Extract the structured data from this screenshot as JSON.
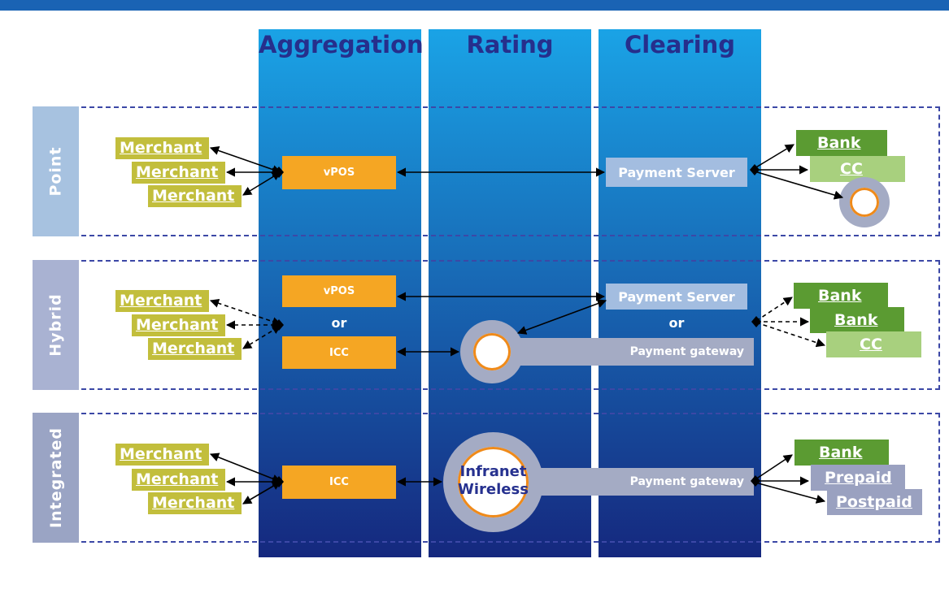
{
  "colors": {
    "top_bar": "#1a63b4",
    "column_top": "#1aa3e6",
    "column_bottom": "#15287e",
    "column_title": "#262f8c",
    "row_border": "#3c48a6",
    "row_label_point": "#a7c2e0",
    "row_label_hybrid": "#a9b2d2",
    "row_label_integrated": "#9aa4c4",
    "merchant": "#c2be3c",
    "orange_box": "#f5a623",
    "light_box": "#a3bde0",
    "gateway": "#a4abc4",
    "bank": "#5b9b32",
    "cc": "#a8d07e",
    "prepaid": "#9aa1c0",
    "circle_ring": "#a4abc4",
    "circle_core": "#ffffff",
    "circle_accent": "#ef8a1a",
    "infranet_text": "#26318f"
  },
  "columns": [
    "Aggregation",
    "Rating",
    "Clearing"
  ],
  "rows": {
    "point": {
      "label": "Point",
      "merchants": [
        "Merchant",
        "Merchant",
        "Merchant"
      ],
      "vpos": "vPOS",
      "payment_server": "Payment Server",
      "destinations": [
        "Bank",
        "CC"
      ]
    },
    "hybrid": {
      "label": "Hybrid",
      "merchants": [
        "Merchant",
        "Merchant",
        "Merchant"
      ],
      "vpos": "vPOS",
      "or_left": "or",
      "icc": "ICC",
      "payment_server": "Payment Server",
      "or_right": "or",
      "payment_gateway": "Payment gateway",
      "destinations": [
        "Bank",
        "Bank",
        "CC"
      ]
    },
    "integrated": {
      "label": "Integrated",
      "merchants": [
        "Merchant",
        "Merchant",
        "Merchant"
      ],
      "icc": "ICC",
      "infranet_line1": "Infranet",
      "infranet_line2": "Wireless",
      "payment_gateway": "Payment gateway",
      "destinations": [
        "Bank",
        "Prepaid",
        "Postpaid"
      ]
    }
  }
}
